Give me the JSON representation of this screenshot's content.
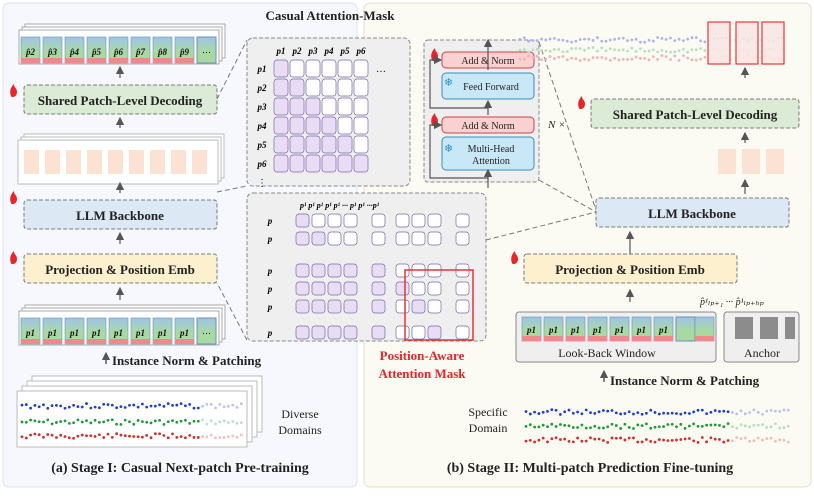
{
  "stage1": {
    "caption": "(a) Stage I: Casual Next-patch Pre-training",
    "decoding": "Shared Patch-Level Decoding",
    "backbone": "LLM Backbone",
    "projection": "Projection & Position Emb",
    "norm_patching": "Instance Norm & Patching",
    "domains": [
      "Diverse",
      "Domains"
    ],
    "input_patches": [
      "1",
      "1",
      "1",
      "1",
      "1",
      "1",
      "1",
      "1"
    ],
    "output_patches": [
      "2",
      "3",
      "4",
      "5",
      "6",
      "7",
      "8",
      "9"
    ]
  },
  "stage2": {
    "caption": "(b) Stage II: Multi-patch Prediction Fine-tuning",
    "decoding": "Shared Patch-Level Decoding",
    "backbone": "LLM Backbone",
    "projection": "Projection & Position Emb",
    "norm_patching": "Instance Norm & Patching",
    "domain": [
      "Specific",
      "Domain"
    ],
    "lookback": "Look-Back Window",
    "anchor": "Anchor"
  },
  "causal_mask": {
    "title": "Casual Attention-Mask",
    "cols": [
      "1",
      "2",
      "3",
      "4",
      "5",
      "6"
    ],
    "rows": [
      "1",
      "2",
      "3",
      "4",
      "5",
      "6"
    ],
    "ellipsis": "…"
  },
  "position_mask": {
    "label": [
      "Position-Aware",
      "Attention Mask"
    ]
  },
  "transformer": {
    "add_norm": "Add & Norm",
    "feed_forward": "Feed Forward",
    "attention": [
      "Multi-Head",
      "Attention"
    ],
    "repeat": "N ×"
  },
  "colors": {
    "accent_red": "#e8262a",
    "module_green": "#dcebd5",
    "module_blue": "#dce8f4",
    "module_yellow": "#fcf0cf",
    "mask_fill": "#e9ddf6",
    "token_peach": "#fbe2d3"
  }
}
